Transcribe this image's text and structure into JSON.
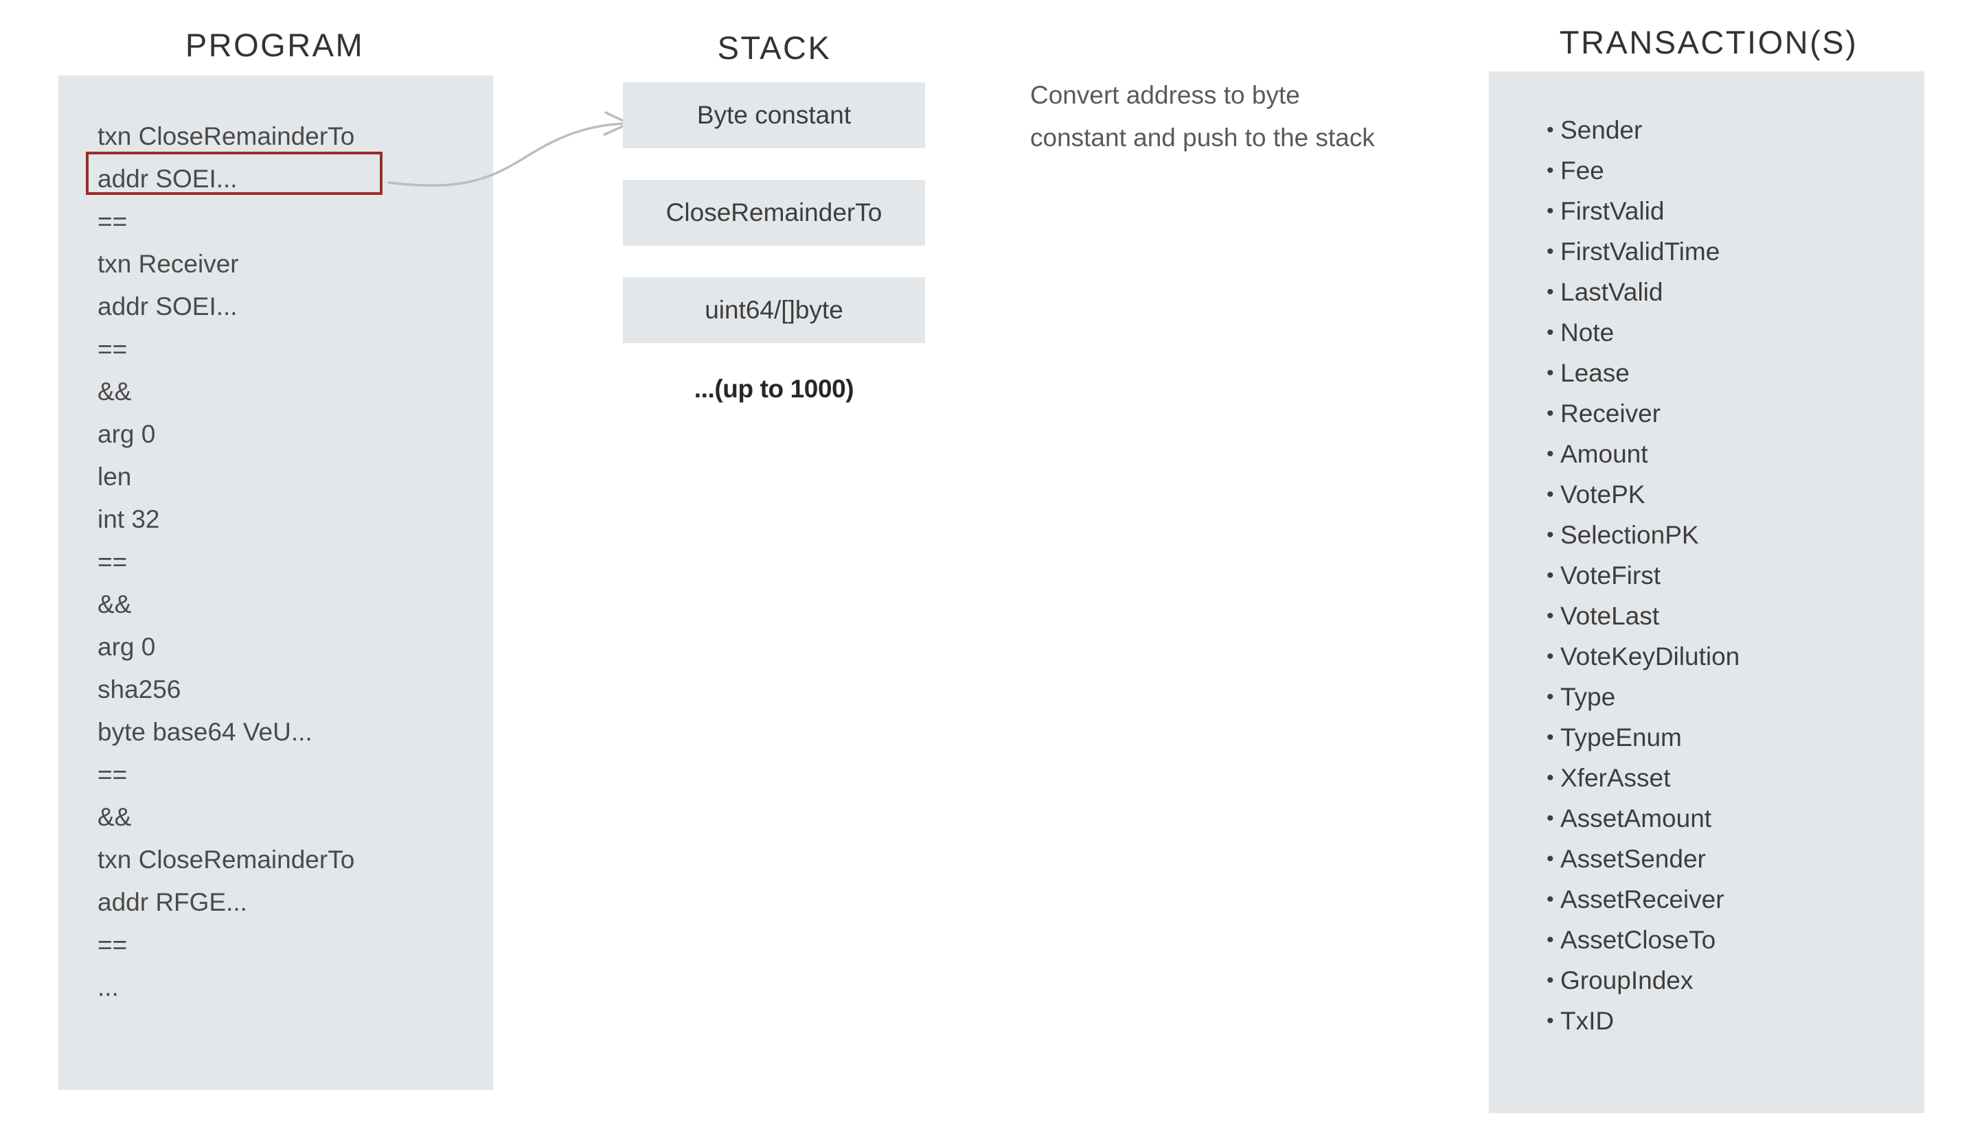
{
  "headings": {
    "program": "PROGRAM",
    "stack": "STACK",
    "transactions": "TRANSACTION(S)"
  },
  "colors": {
    "panel_background": "#e4e7ea",
    "highlight_border": "#9e2b2b",
    "text": "#3d3d3d",
    "page_background": "#ffffff",
    "arrow": "#b9b9b9"
  },
  "program": {
    "highlighted_line_index": 1,
    "lines": [
      "txn CloseRemainderTo",
      "addr SOEI...",
      "==",
      "txn Receiver",
      "addr SOEI...",
      "==",
      "&&",
      "arg 0",
      "len",
      "int 32",
      "==",
      "&&",
      "arg 0",
      "sha256",
      "byte base64 VeU...",
      "==",
      "&&",
      "txn CloseRemainderTo",
      "addr RFGE...",
      "==",
      "..."
    ]
  },
  "stack": {
    "cells": [
      "Byte constant",
      "CloseRemainderTo",
      "uint64/[]byte"
    ],
    "more_label": "...(up to 1000)"
  },
  "annotation": {
    "lines": [
      "Convert address to byte",
      "constant and push to the stack"
    ]
  },
  "transactions": {
    "bullet": "•",
    "fields": [
      "Sender",
      "Fee",
      "FirstValid",
      "FirstValidTime",
      "LastValid",
      "Note",
      "Lease",
      "Receiver",
      "Amount",
      "VotePK",
      "SelectionPK",
      "VoteFirst",
      "VoteLast",
      "VoteKeyDilution",
      "Type",
      "TypeEnum",
      "XferAsset",
      "AssetAmount",
      "AssetSender",
      "AssetReceiver",
      "AssetCloseTo",
      "GroupIndex",
      "TxID"
    ]
  },
  "icons": {
    "connector": "curved-arrow-icon"
  }
}
